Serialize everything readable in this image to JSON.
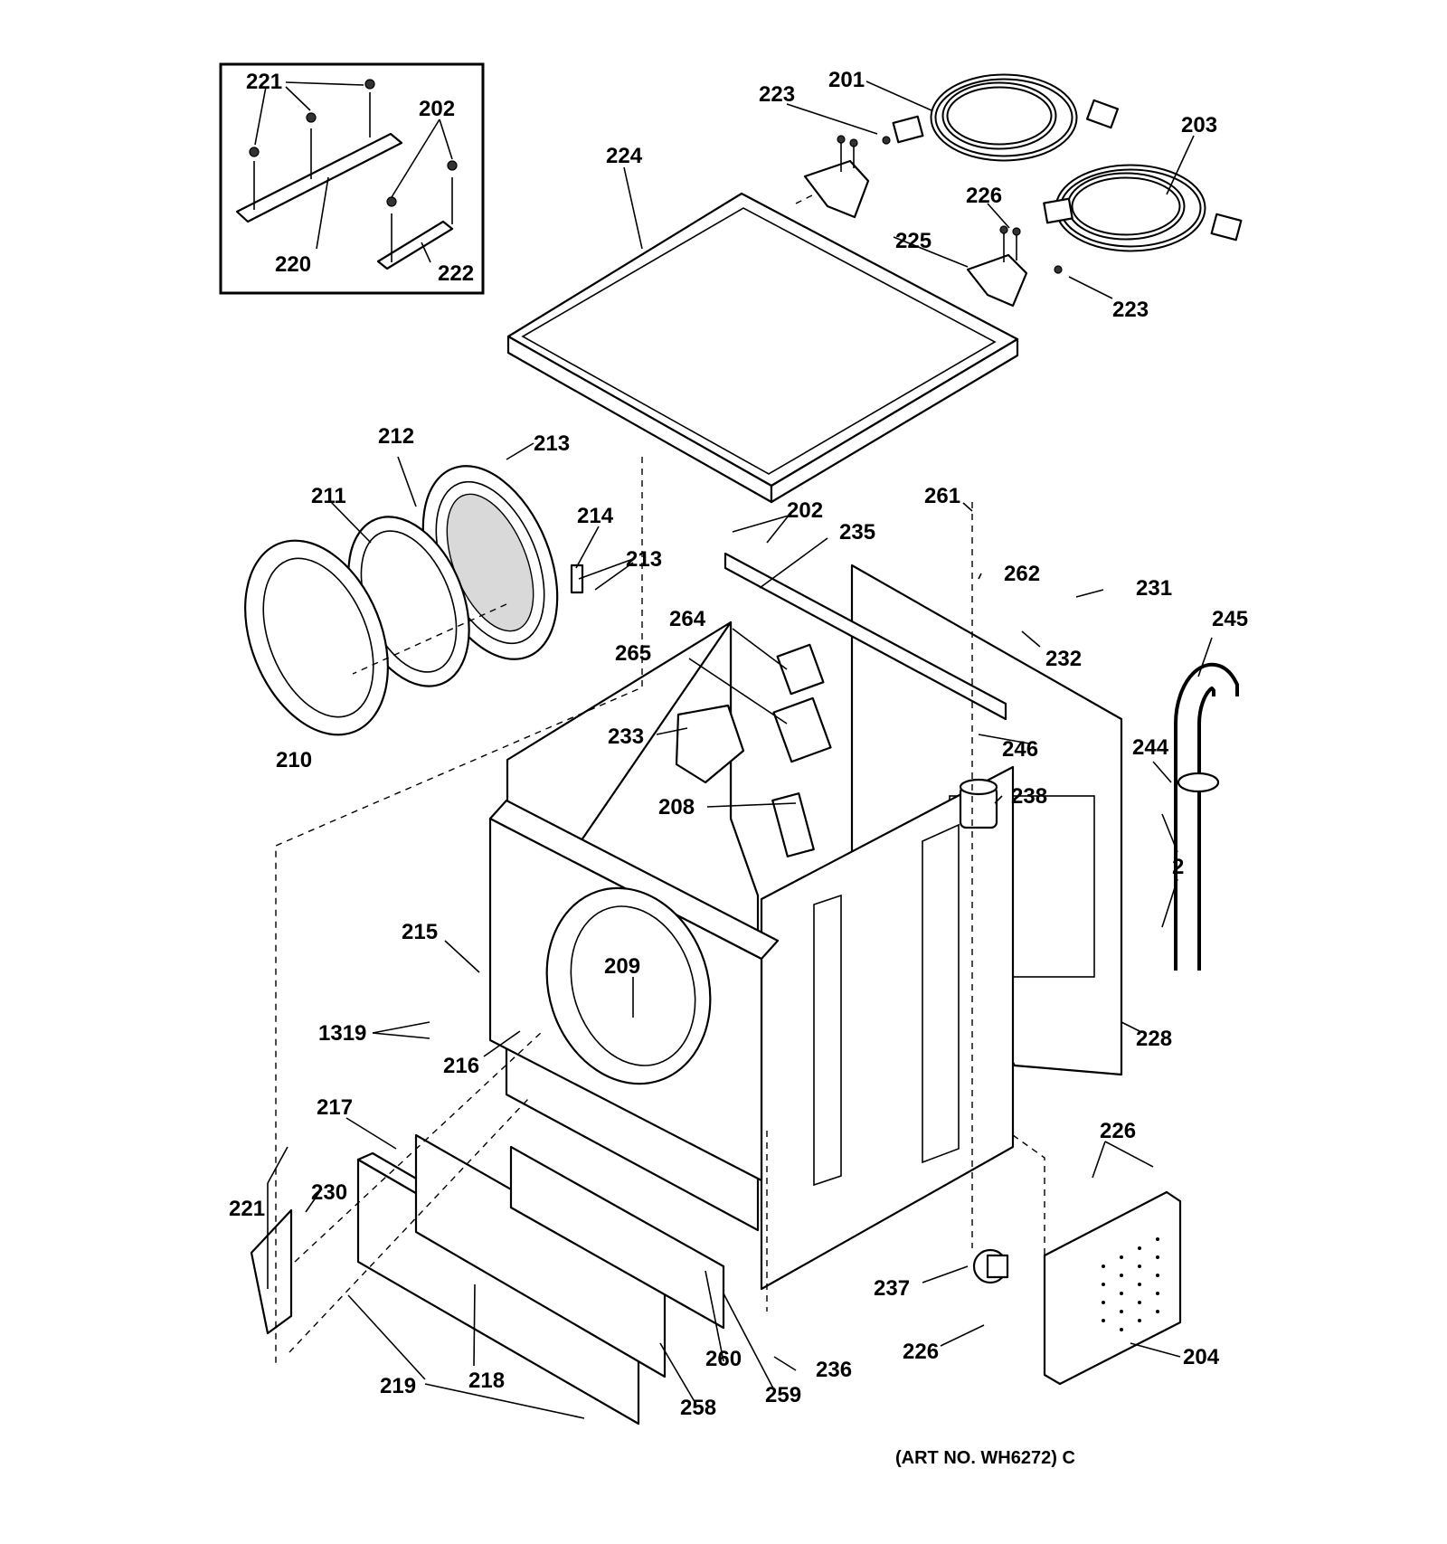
{
  "diagram": {
    "caption": "(ART NO. WH6272) C",
    "callouts": [
      {
        "id": "c221a",
        "text": "221"
      },
      {
        "id": "c202a",
        "text": "202"
      },
      {
        "id": "c220",
        "text": "220"
      },
      {
        "id": "c222",
        "text": "222"
      },
      {
        "id": "c201",
        "text": "201"
      },
      {
        "id": "c223a",
        "text": "223"
      },
      {
        "id": "c203",
        "text": "203"
      },
      {
        "id": "c224",
        "text": "224"
      },
      {
        "id": "c226a",
        "text": "226"
      },
      {
        "id": "c225",
        "text": "225"
      },
      {
        "id": "c223b",
        "text": "223"
      },
      {
        "id": "c212",
        "text": "212"
      },
      {
        "id": "c213a",
        "text": "213"
      },
      {
        "id": "c211",
        "text": "211"
      },
      {
        "id": "c214",
        "text": "214"
      },
      {
        "id": "c213b",
        "text": "213"
      },
      {
        "id": "c210",
        "text": "210"
      },
      {
        "id": "c202b",
        "text": "202"
      },
      {
        "id": "c235",
        "text": "235"
      },
      {
        "id": "c261",
        "text": "261"
      },
      {
        "id": "c262",
        "text": "262"
      },
      {
        "id": "c231",
        "text": "231"
      },
      {
        "id": "c232",
        "text": "232"
      },
      {
        "id": "c245",
        "text": "245"
      },
      {
        "id": "c264",
        "text": "264"
      },
      {
        "id": "c265",
        "text": "265"
      },
      {
        "id": "c233",
        "text": "233"
      },
      {
        "id": "c246",
        "text": "246"
      },
      {
        "id": "c244",
        "text": "244"
      },
      {
        "id": "c238",
        "text": "238"
      },
      {
        "id": "c208",
        "text": "208"
      },
      {
        "id": "c2",
        "text": "2"
      },
      {
        "id": "c215",
        "text": "215"
      },
      {
        "id": "c209",
        "text": "209"
      },
      {
        "id": "c1319",
        "text": "1319"
      },
      {
        "id": "c216",
        "text": "216"
      },
      {
        "id": "c228",
        "text": "228"
      },
      {
        "id": "c217",
        "text": "217"
      },
      {
        "id": "c226b",
        "text": "226"
      },
      {
        "id": "c221b",
        "text": "221"
      },
      {
        "id": "c230",
        "text": "230"
      },
      {
        "id": "c237",
        "text": "237"
      },
      {
        "id": "c226c",
        "text": "226"
      },
      {
        "id": "c204",
        "text": "204"
      },
      {
        "id": "c260",
        "text": "260"
      },
      {
        "id": "c236",
        "text": "236"
      },
      {
        "id": "c219",
        "text": "219"
      },
      {
        "id": "c218",
        "text": "218"
      },
      {
        "id": "c258",
        "text": "258"
      },
      {
        "id": "c259",
        "text": "259"
      }
    ]
  }
}
